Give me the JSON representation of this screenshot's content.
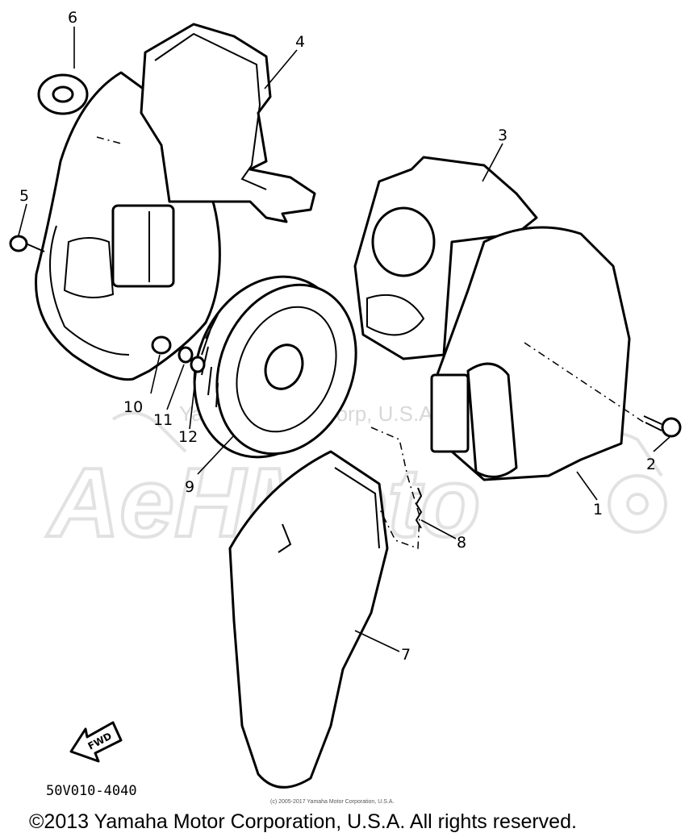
{
  "watermark": {
    "text": "Yamaha Motor Corp, U.S.A.",
    "logo": "AeHMoto"
  },
  "callouts": [
    "1",
    "2",
    "3",
    "4",
    "5",
    "6",
    "7",
    "8",
    "9",
    "10",
    "11",
    "12"
  ],
  "fwd_label": "FWD",
  "diagram_code": "50V010-4040",
  "small_copyright": "(c) 2005-2017 Yamaha Motor Corporation, U.S.A.",
  "copyright": "©2013 Yamaha Motor Corporation, U.S.A. All rights reserved.",
  "icons": [
    "fwd-arrow-icon",
    "motorcycle-watermark-icon"
  ]
}
